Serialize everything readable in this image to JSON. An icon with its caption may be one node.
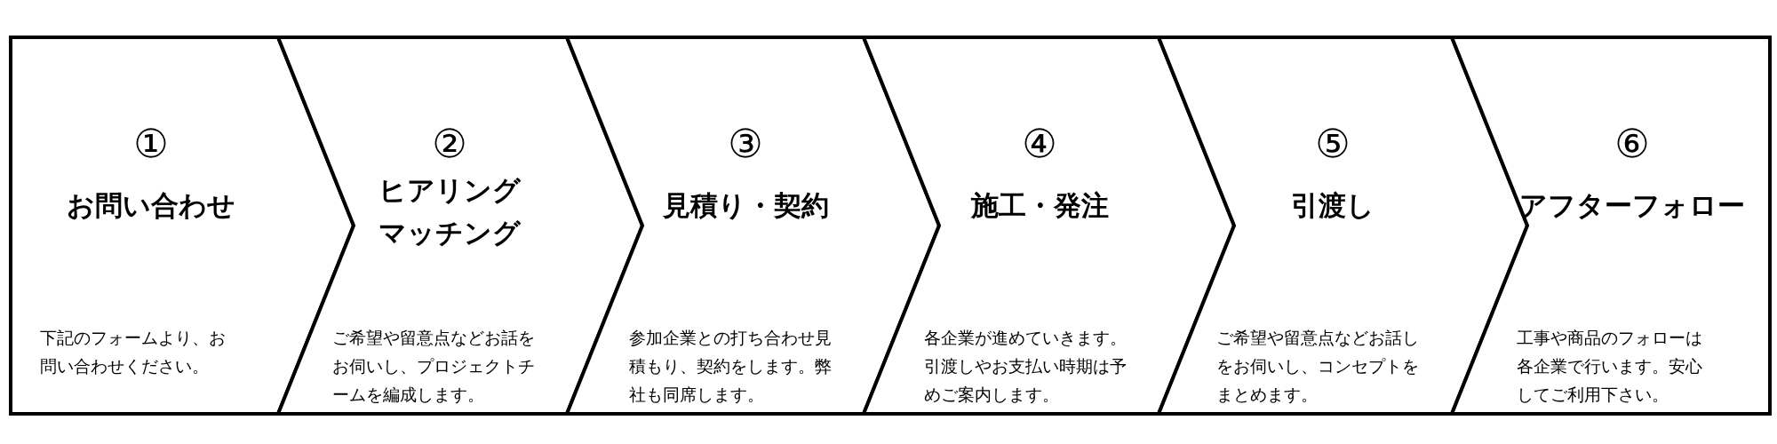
{
  "diagram": {
    "nodes": [
      {
        "text": [
          "①",
          "お問い合わせ",
          "下記のフォームより、お問い合わせください。"
        ]
      },
      {
        "text": [
          "②",
          "ヒアリングマッチング",
          "ご希望や留意点などお話をお伺いし、プロジェクトチームを編成します。"
        ]
      },
      {
        "text": [
          "③",
          "見積り・契約",
          "参加企業との打ち合わせ見積もり、契約をします。弊社も同席します。"
        ]
      },
      {
        "text": [
          "④",
          "施工・発注",
          "各企業が進めていきます。引渡しやお支払い時期は予めご案内します。"
        ]
      },
      {
        "text": [
          "⑤",
          "引渡し",
          "ご希望や留意点などお話しをお伺いし、コンセプトをまとめます。"
        ]
      },
      {
        "text": [
          "⑥",
          "アフターフォロー",
          "工事や商品のフォローは各企業で行います。安心してご利用下さい。"
        ]
      }
    ]
  }
}
